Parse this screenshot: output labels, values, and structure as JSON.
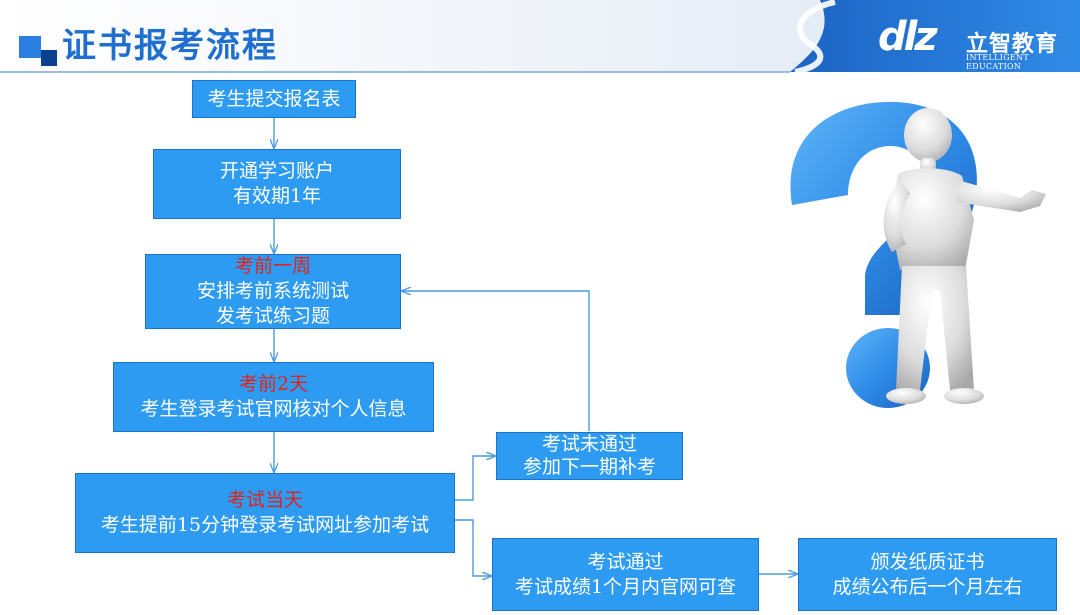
{
  "header": {
    "title": "证书报考流程",
    "brand_mark": "dlz",
    "brand_cn": "立智教育",
    "brand_en": "INTELLIGENT EDUCATION"
  },
  "flow": {
    "step1": "考生提交报名表",
    "step2_line1": "开通学习账户",
    "step2_line2": "有效期1年",
    "step3_tag": "考前一周",
    "step3_line1": "安排考前系统测试",
    "step3_line2": "发考试练习题",
    "step4_tag": "考前2天",
    "step4_line1": "考生登录考试官网核对个人信息",
    "step5_tag": "考试当天",
    "step5_line1": "考生提前15分钟登录考试网址参加考试",
    "fail_line1": "考试未通过",
    "fail_line2": "参加下一期补考",
    "pass_line1": "考试通过",
    "pass_line2": "考试成绩1个月内官网可查",
    "cert_line1": "颁发纸质证书",
    "cert_line2": "成绩公布后一个月左右"
  },
  "colors": {
    "box_fill": "#2e9bf2",
    "box_border": "#1a73c9",
    "highlight": "#e3231b",
    "header_blue": "#1f6fd0"
  }
}
